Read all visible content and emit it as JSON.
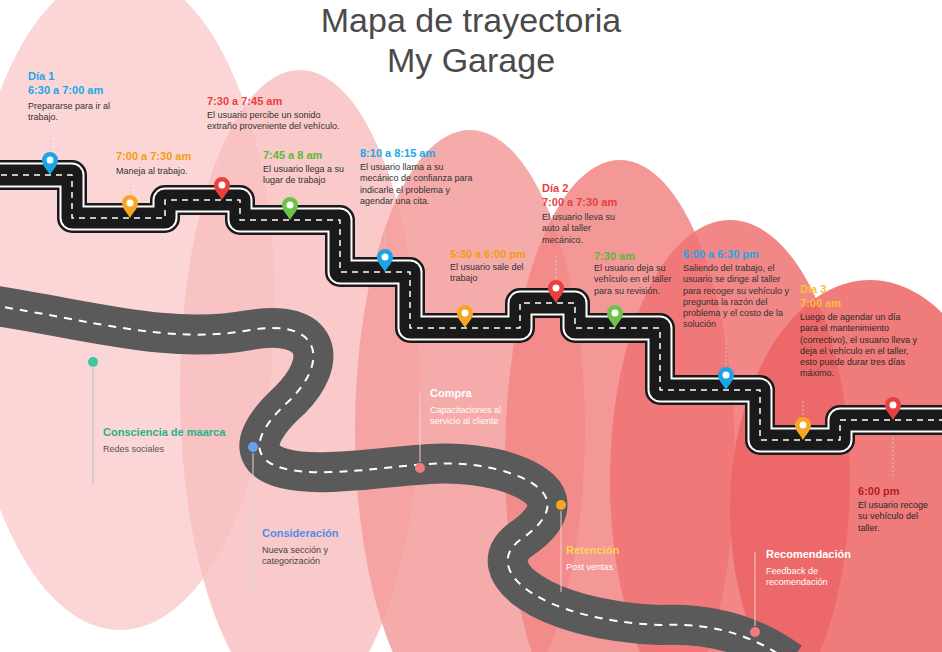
{
  "diagram": {
    "title": "Mapa de trayectoria My Garage",
    "labels": [
      "Día 1",
      "6:30 a 7:00 am",
      "Prepararse para ir al trabajo.",
      "7:00 a 7:30 am",
      "Maneja al trabajo.",
      "7:30 a 7:45 am",
      "El usuario percibe un sonido extraño proveniente del vehículo.",
      "7:45 a 8 am",
      "El usuario llega a su lugar de trabajo",
      "8:10 a 8:15 am",
      "El usuario llama a su mecánico de confianza para indicarle el problema y agendar una cita.",
      "5:30 a 6:00 pm",
      "El usuario sale del trabajo",
      "Día 2",
      "7:00 a 7:30 am",
      "El usuario lleva su auto al taller mecánico.",
      "7:30 am",
      "El usuario deja su vehículo en el taller para su revisión.",
      "6:00 a 6:30 pm",
      "Saliendo del trabajo, el usuario se dirige al taller para recoger su vehículo y pregunta la razón del problema y el costo de la solución",
      "Día 3",
      "7:00 am",
      "Luego de agendar un día para el mantenimiento (correctivo), el usuario lleva y deja el vehículo en el taller, esto puede durar tres días máximo.",
      "6:00 pm",
      "El usuario recoge su vehículo del taller.",
      "Consciencia de maarca",
      "Redes sociales",
      "Consideración",
      "Nueva sección y categorización",
      "Compra",
      "Capacitaciones al servicio al cliente",
      "Retención",
      "Post ventas",
      "Recomendación",
      "Feedback de recomendación"
    ]
  }
}
